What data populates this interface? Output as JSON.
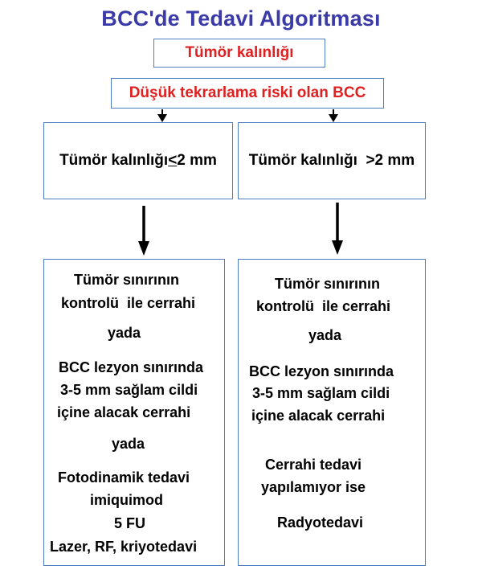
{
  "title": "BCC'de Tedavi Algoritması",
  "top_box": "Tümör kalınlığı",
  "risk_box": "Düşük tekrarlama riski olan BCC",
  "left_condition": {
    "prefix": "Tümör kalınlığı ",
    "operator": "<",
    "suffix": " 2 mm"
  },
  "right_condition": "Tümör kalınlığı  >2 mm",
  "left_treatment": [
    "Tümör sınırının",
    "kontrolü  ile cerrahi",
    "yada",
    "BCC lezyon sınırında",
    "3-5 mm sağlam cildi",
    "içine alacak cerrahi",
    "yada",
    "Fotodinamik tedavi",
    "imiquimod",
    "5 FU",
    "Lazer, RF, kriyotedavi"
  ],
  "right_treatment": [
    "Tümör sınırının",
    "kontrolü  ile cerrahi",
    "yada",
    "BCC lezyon sınırında",
    "3-5 mm sağlam cildi",
    "içine alacak cerrahi",
    "Cerrahi tedavi",
    "yapılamıyor ise",
    "Radyotedavi"
  ],
  "colors": {
    "title": "#3a3aa8",
    "red": "#e02020",
    "border": "#4f7ec0"
  }
}
